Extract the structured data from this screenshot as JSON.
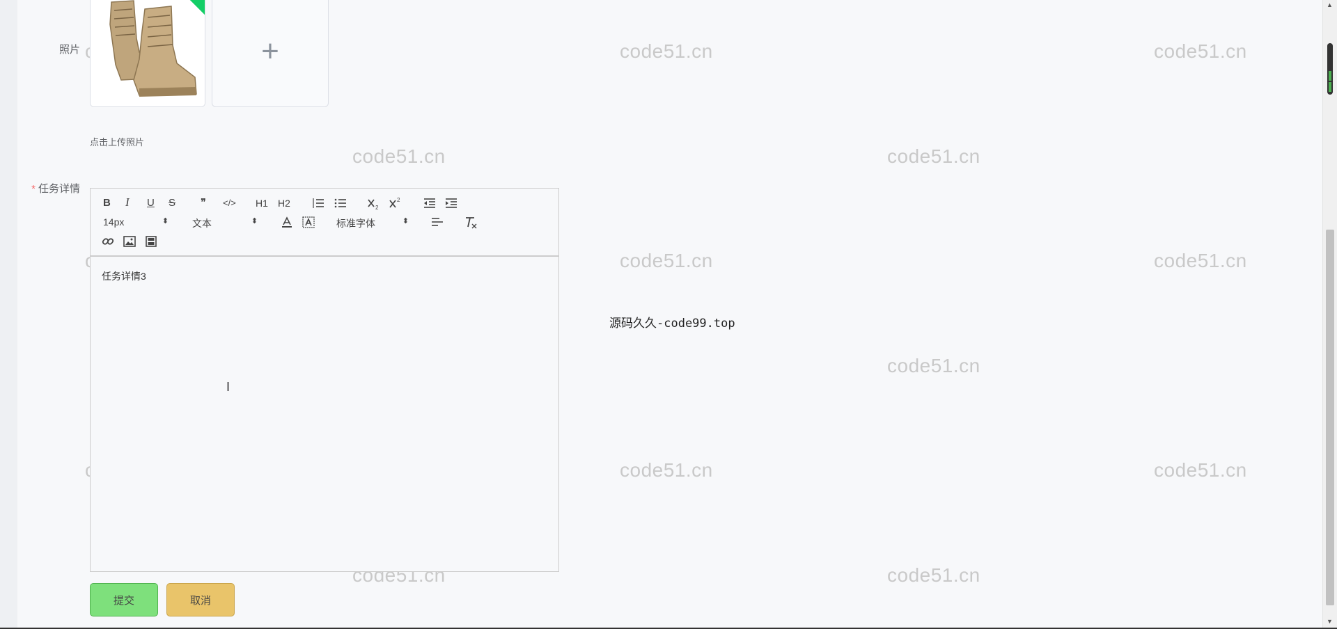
{
  "watermark": "code51.cn",
  "photo": {
    "label": "照片",
    "upload_tip": "点击上传照片",
    "plus": "+"
  },
  "task": {
    "required_mark": "*",
    "label": "任务详情",
    "content": "任务详情3"
  },
  "toolbar": {
    "bold": "B",
    "italic": "I",
    "underline": "U",
    "strike": "S",
    "quote": "❞",
    "code": "</>",
    "h1": "H1",
    "h2": "H2",
    "size": "14px",
    "header": "文本",
    "font": "标准字体"
  },
  "side_text": {
    "cn": "源码久久",
    "en": "-code99.top"
  },
  "buttons": {
    "submit": "提交",
    "cancel": "取消"
  }
}
